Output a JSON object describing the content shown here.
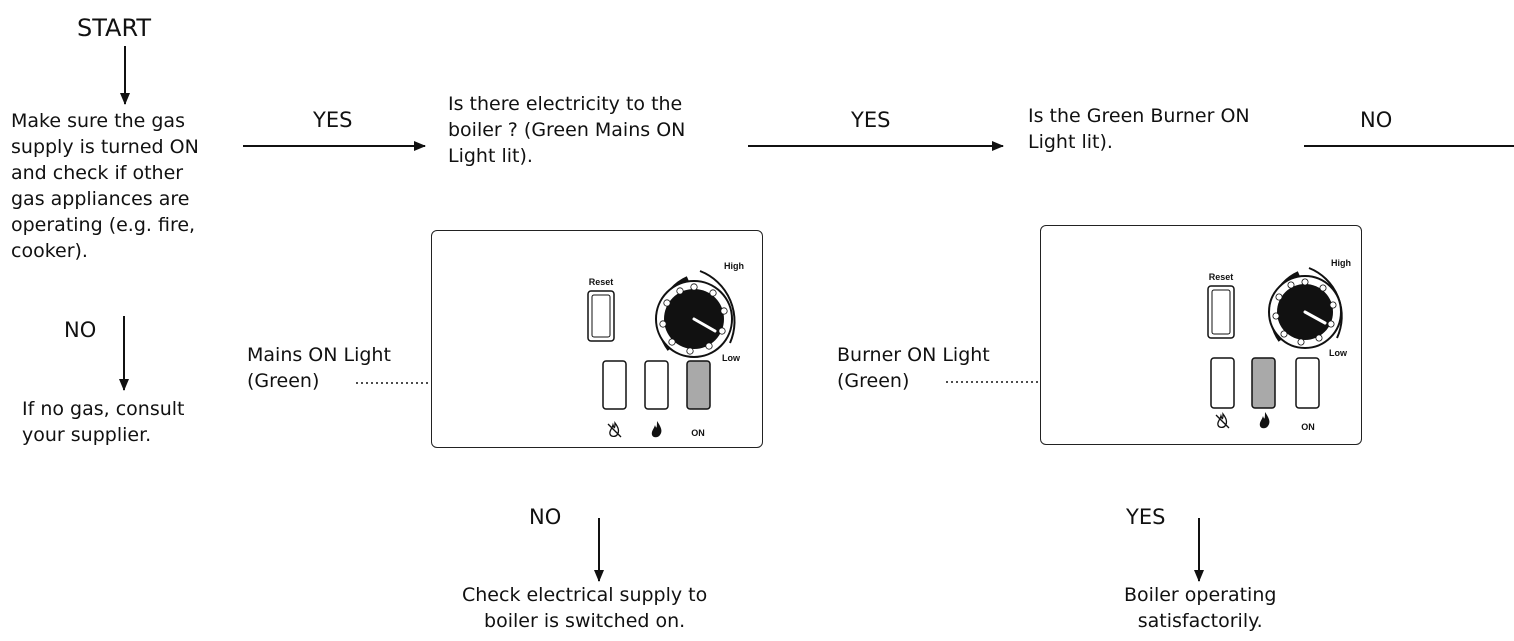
{
  "start": "START",
  "step1": "Make sure the gas\nsupply is turned ON\nand check if other\ngas appliances are\noperating (e.g. fire,\ncooker).",
  "step1_no_label": "NO",
  "step1_no_result": "If no gas, consult\nyour supplier.",
  "step1_yes_label": "YES",
  "step2": "Is there electricity to the\nboiler ? (Green Mains ON\nLight lit).",
  "step2_yes_label": "YES",
  "step2_no_label": "NO",
  "step2_no_result": "Check electrical supply to\nboiler is switched on.",
  "step3": "Is the Green Burner ON\nLight lit).",
  "step3_no_label": "NO",
  "step3_yes_label": "YES",
  "step3_yes_result": "Boiler operating\nsatisfactorily.",
  "panel1": {
    "callout": "Mains ON Light\n(Green)",
    "reset": "Reset",
    "high": "High",
    "low": "Low",
    "on": "ON",
    "lit_light": "ON"
  },
  "panel2": {
    "callout": "Burner ON Light\n(Green)",
    "reset": "Reset",
    "high": "High",
    "low": "Low",
    "on": "ON",
    "lit_light": "burner"
  },
  "colors": {
    "lit_light": "#a9a9a9",
    "line": "#111111"
  }
}
